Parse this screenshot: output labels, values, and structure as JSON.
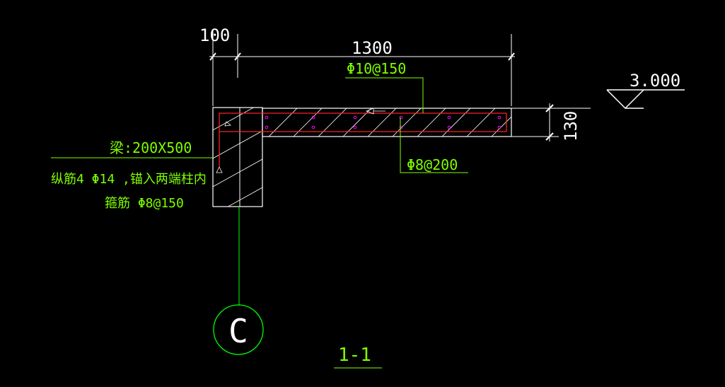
{
  "dimensions": {
    "left_offset": "100",
    "slab_length": "1300",
    "slab_thickness": "130"
  },
  "elevation": "3.000",
  "rebar": {
    "top": "Φ10@150",
    "distribution": "Φ8@200"
  },
  "beam_note": {
    "size": "梁:200X500",
    "longitudinal": "纵筋4 Φ14  ,锚入两端柱内",
    "stirrup": "箍筋 Φ8@150"
  },
  "axis_label": "C",
  "section_label": "1-1",
  "colors": {
    "background": "#000000",
    "outline": "#ffffff",
    "dimension": "#ffffff",
    "hatch": "#ffffff",
    "rebar": "#ff2020",
    "rebar_dot": "#ff00ff",
    "annotation": "#7fff00",
    "axis": "#00ff00"
  }
}
